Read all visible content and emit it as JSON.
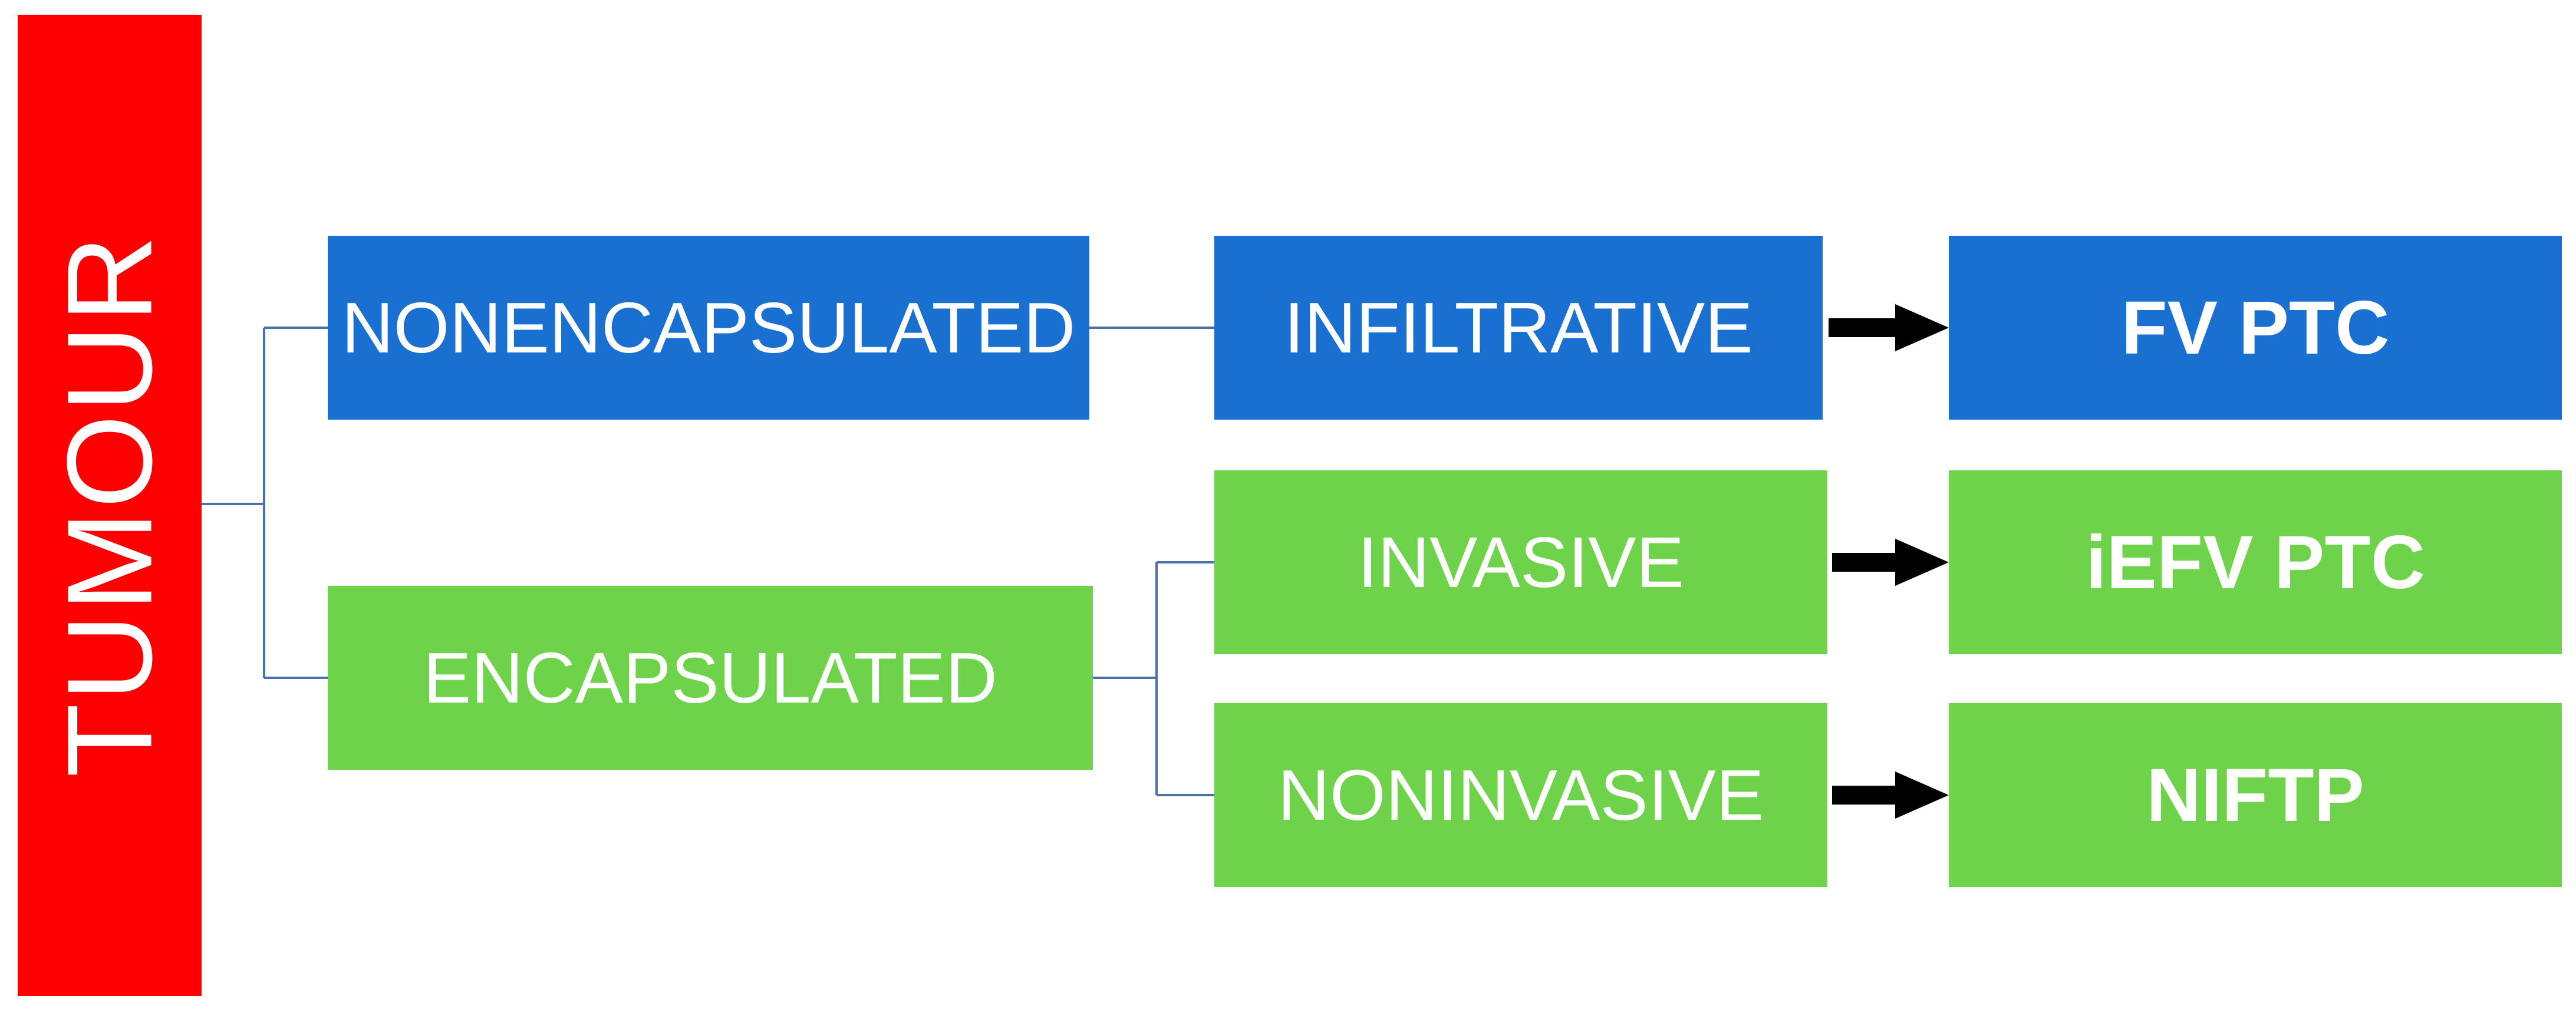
{
  "root": {
    "label": "TUMOUR"
  },
  "nodes": {
    "nonencapsulated": "NONENCAPSULATED",
    "encapsulated": "ENCAPSULATED",
    "infiltrative": "INFILTRATIVE",
    "invasive": "INVASIVE",
    "noninvasive": "NONINVASIVE"
  },
  "outcomes": {
    "fv_ptc": "FV PTC",
    "iefv_ptc": "iEFV PTC",
    "niftp": "NIFTP"
  },
  "colors": {
    "root": "#ff0000",
    "nonencapsulated_branch": "#1a70d0",
    "encapsulated_branch": "#6ed34b",
    "connector": "#4a72a8",
    "arrow": "#000000",
    "text": "#ffffff"
  }
}
